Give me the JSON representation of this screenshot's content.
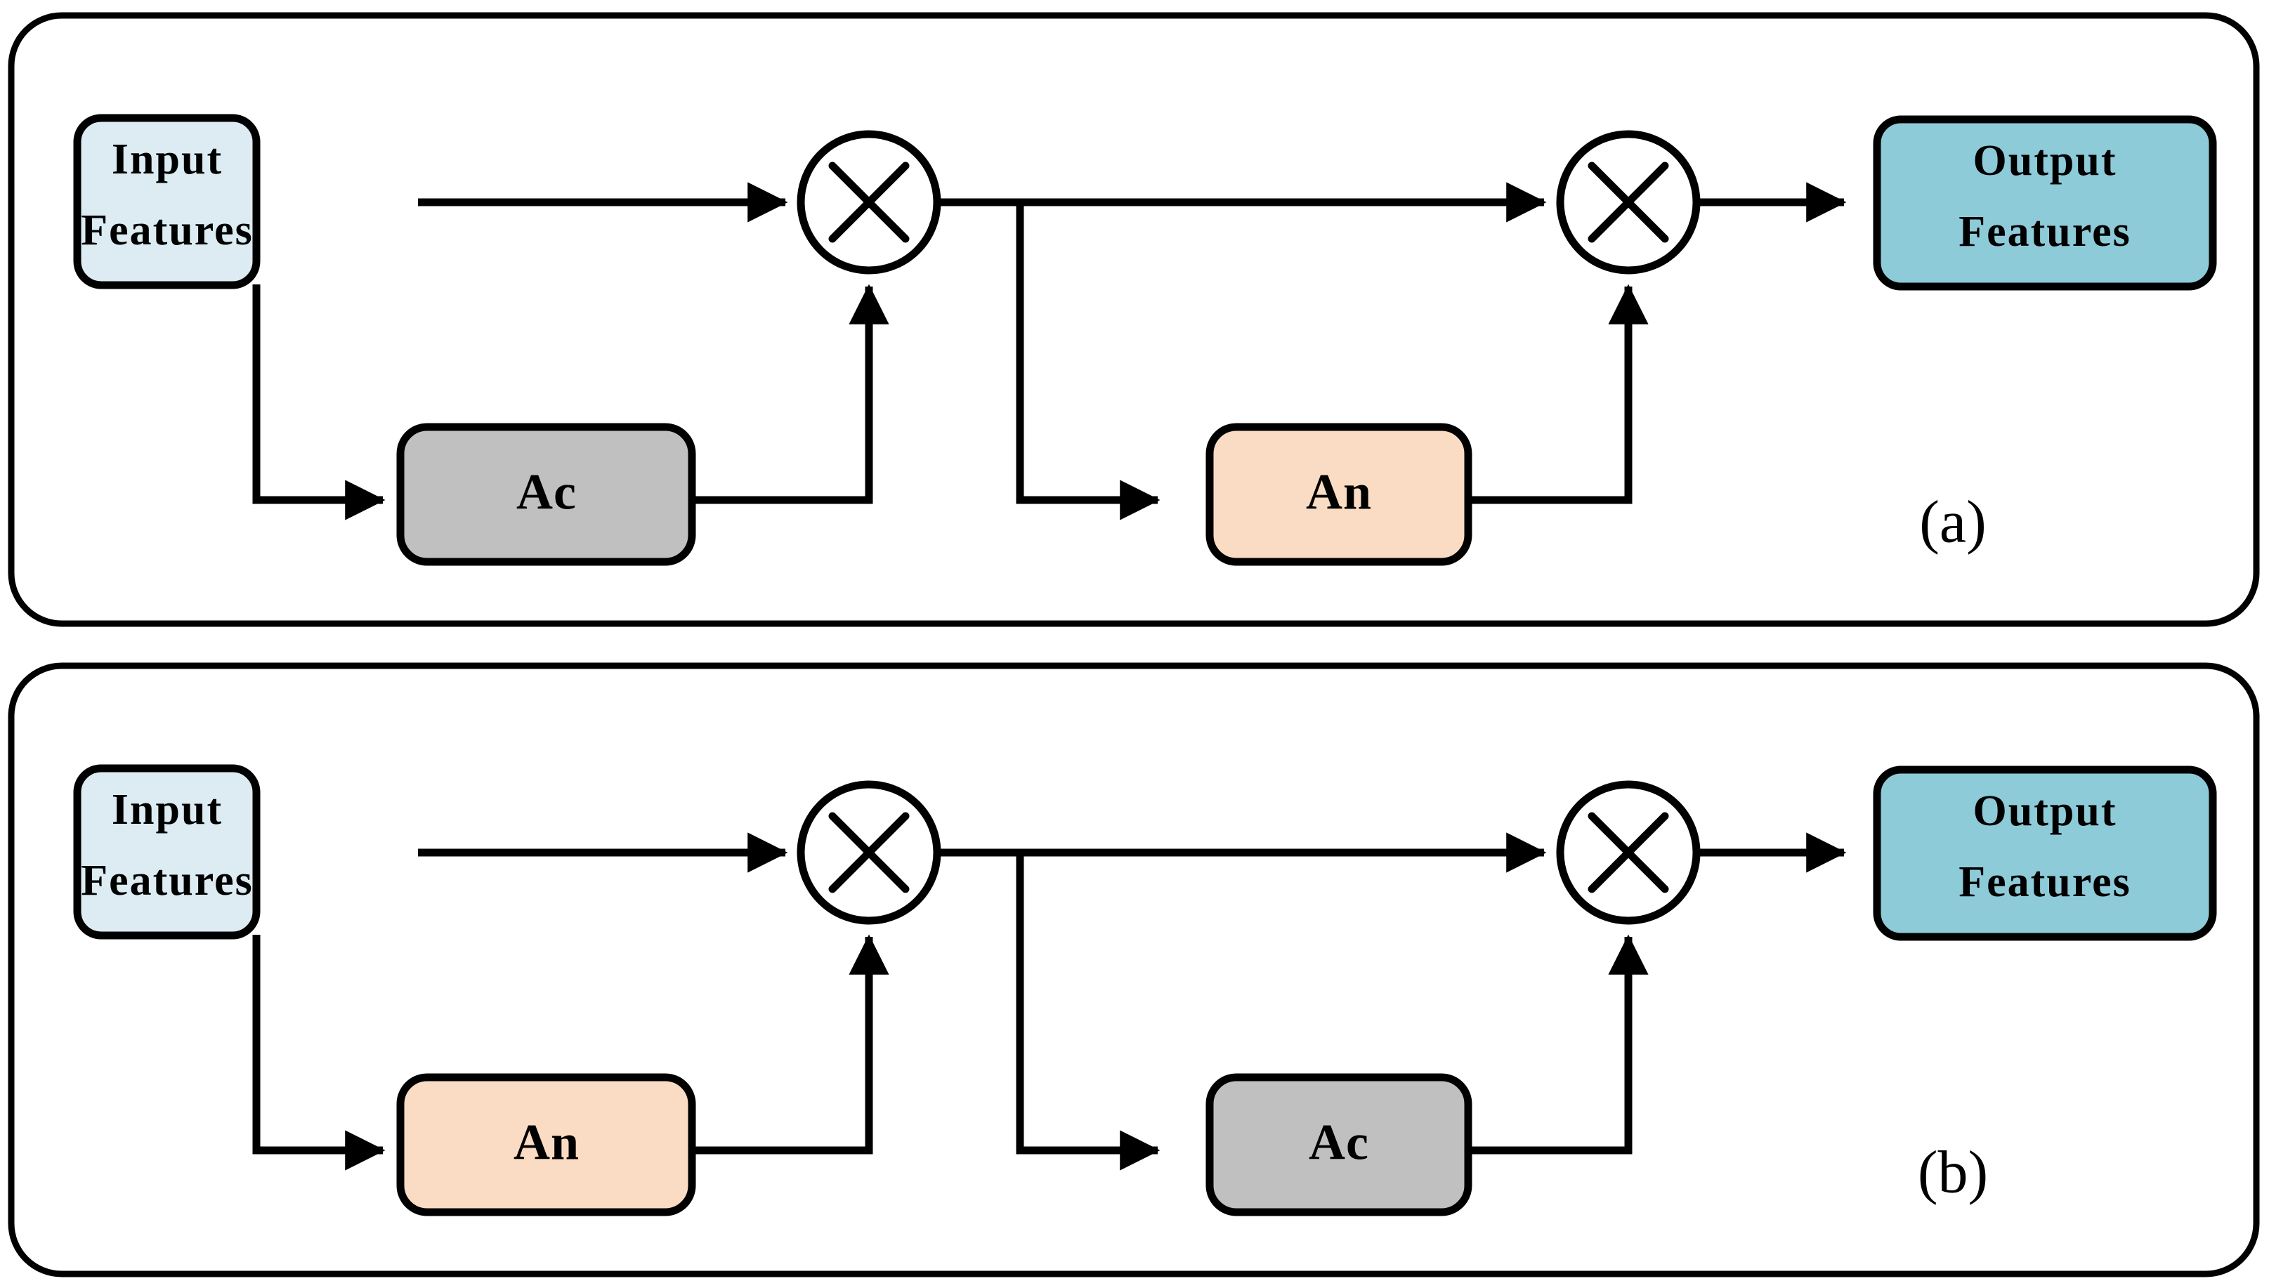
{
  "figure": {
    "type": "block-diagram",
    "description": "Two attention-module orderings shown as block diagrams",
    "background": "#ffffff",
    "stroke_color": "#000000"
  },
  "colors": {
    "input_box": "#dcecf2",
    "output_box": "#8ecbd9",
    "channel_attention_box": "#c0c0c0",
    "spatial_attention_box": "#fadcc4",
    "stroke": "#000000",
    "canvas": "#ffffff"
  },
  "panels": [
    {
      "id": "panel-a",
      "caption": "(a)",
      "order": "channel-then-spatial",
      "nodes": {
        "input": {
          "label_line1": "Input",
          "label_line2": "Features",
          "fill": "#dcecf2"
        },
        "first_attention": {
          "label": "Ac",
          "fill": "#c0c0c0"
        },
        "second_attention": {
          "label": "An",
          "fill": "#fadcc4"
        },
        "output": {
          "label_line1": "Output",
          "label_line2": "Features",
          "fill": "#8ecbd9"
        },
        "multiply_1": {
          "symbol": "x",
          "name": "multiply"
        },
        "multiply_2": {
          "symbol": "x",
          "name": "multiply"
        }
      }
    },
    {
      "id": "panel-b",
      "caption": "(b)",
      "order": "spatial-then-channel",
      "nodes": {
        "input": {
          "label_line1": "Input",
          "label_line2": "Features",
          "fill": "#dcecf2"
        },
        "first_attention": {
          "label": "An",
          "fill": "#fadcc4"
        },
        "second_attention": {
          "label": "Ac",
          "fill": "#c0c0c0"
        },
        "output": {
          "label_line1": "Output",
          "label_line2": "Features",
          "fill": "#8ecbd9"
        },
        "multiply_1": {
          "symbol": "x",
          "name": "multiply"
        },
        "multiply_2": {
          "symbol": "x",
          "name": "multiply"
        }
      }
    }
  ]
}
